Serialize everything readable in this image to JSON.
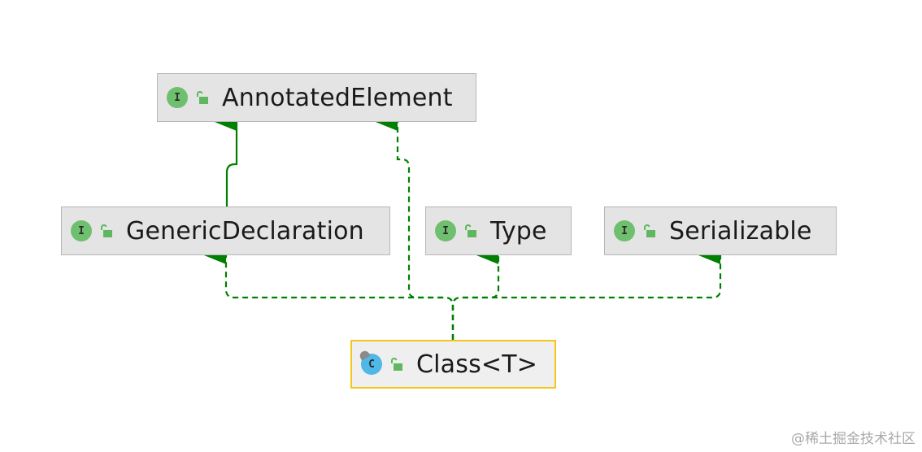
{
  "diagram": {
    "nodes": [
      {
        "id": "annotated",
        "label": "AnnotatedElement",
        "kind": "I"
      },
      {
        "id": "generic",
        "label": "GenericDeclaration",
        "kind": "I"
      },
      {
        "id": "type",
        "label": "Type",
        "kind": "I"
      },
      {
        "id": "serializable",
        "label": "Serializable",
        "kind": "I"
      },
      {
        "id": "class",
        "label": "Class<T>",
        "kind": "C",
        "selected": true
      }
    ],
    "edges": [
      {
        "from": "generic",
        "to": "annotated",
        "relation": "extends",
        "style": "solid"
      },
      {
        "from": "class",
        "to": "annotated",
        "relation": "implements",
        "style": "dashed"
      },
      {
        "from": "class",
        "to": "generic",
        "relation": "implements",
        "style": "dashed"
      },
      {
        "from": "class",
        "to": "type",
        "relation": "implements",
        "style": "dashed"
      },
      {
        "from": "class",
        "to": "serializable",
        "relation": "implements",
        "style": "dashed"
      }
    ],
    "colors": {
      "edge": "#008000",
      "node_fill": "#e4e4e4",
      "node_border": "#b7b7b7",
      "selected_border": "#f5c518",
      "interface_icon": "#6ebf6e",
      "class_icon": "#4fb8e6",
      "visibility_icon": "#5fb85f"
    },
    "icons": {
      "interface": "interface-icon",
      "class": "abstract-class-icon",
      "visibility": "public-lock-icon"
    }
  },
  "watermark": "@稀土掘金技术社区"
}
